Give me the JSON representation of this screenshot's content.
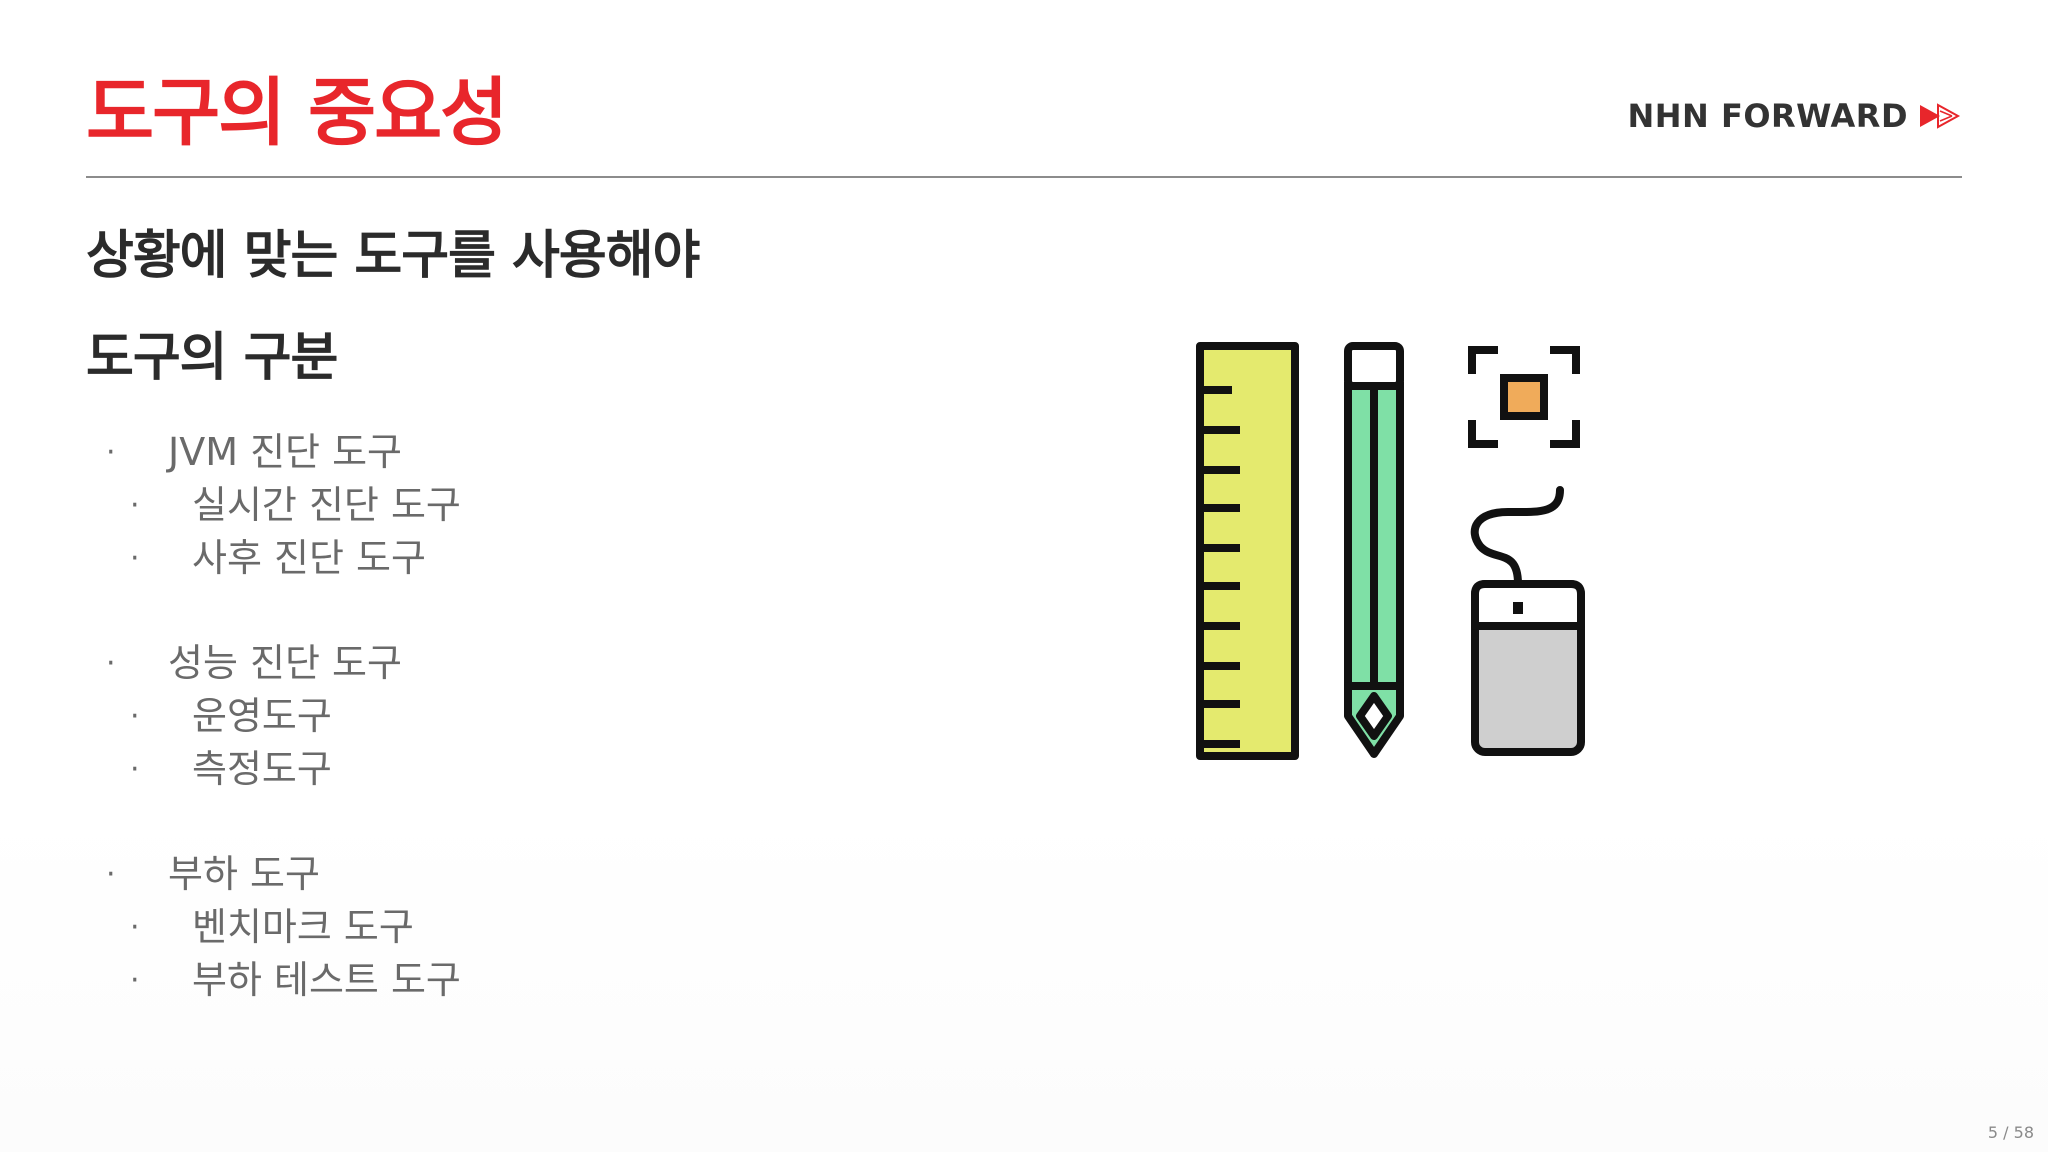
{
  "slide": {
    "title": "도구의 중요성",
    "brand": "NHN FORWARD",
    "subtitle_1": "상황에 맞는 도구를 사용해야",
    "subtitle_2": "도구의 구분",
    "groups": [
      {
        "label": "JVM 진단 도구",
        "children": [
          "실시간 진단 도구",
          "사후 진단 도구"
        ]
      },
      {
        "label": "성능 진단 도구",
        "children": [
          "운영도구",
          "측정도구"
        ]
      },
      {
        "label": "부하 도구",
        "children": [
          "벤치마크 도구",
          "부하 테스트 도구"
        ]
      }
    ],
    "bullet_l1": "·",
    "bullet_l2": "·",
    "page_number": "5 / 58"
  },
  "illustration": {
    "icons": [
      "ruler-icon",
      "pencil-icon",
      "mouse-icon",
      "focus-frame-icon"
    ]
  },
  "colors": {
    "accent": "#e8262b",
    "ruler_fill": "#e4ea6e",
    "pencil_fill": "#7fe0a6",
    "mouse_fill": "#cfcfcf",
    "focus_fill": "#f0ab5a",
    "outline": "#111111"
  }
}
